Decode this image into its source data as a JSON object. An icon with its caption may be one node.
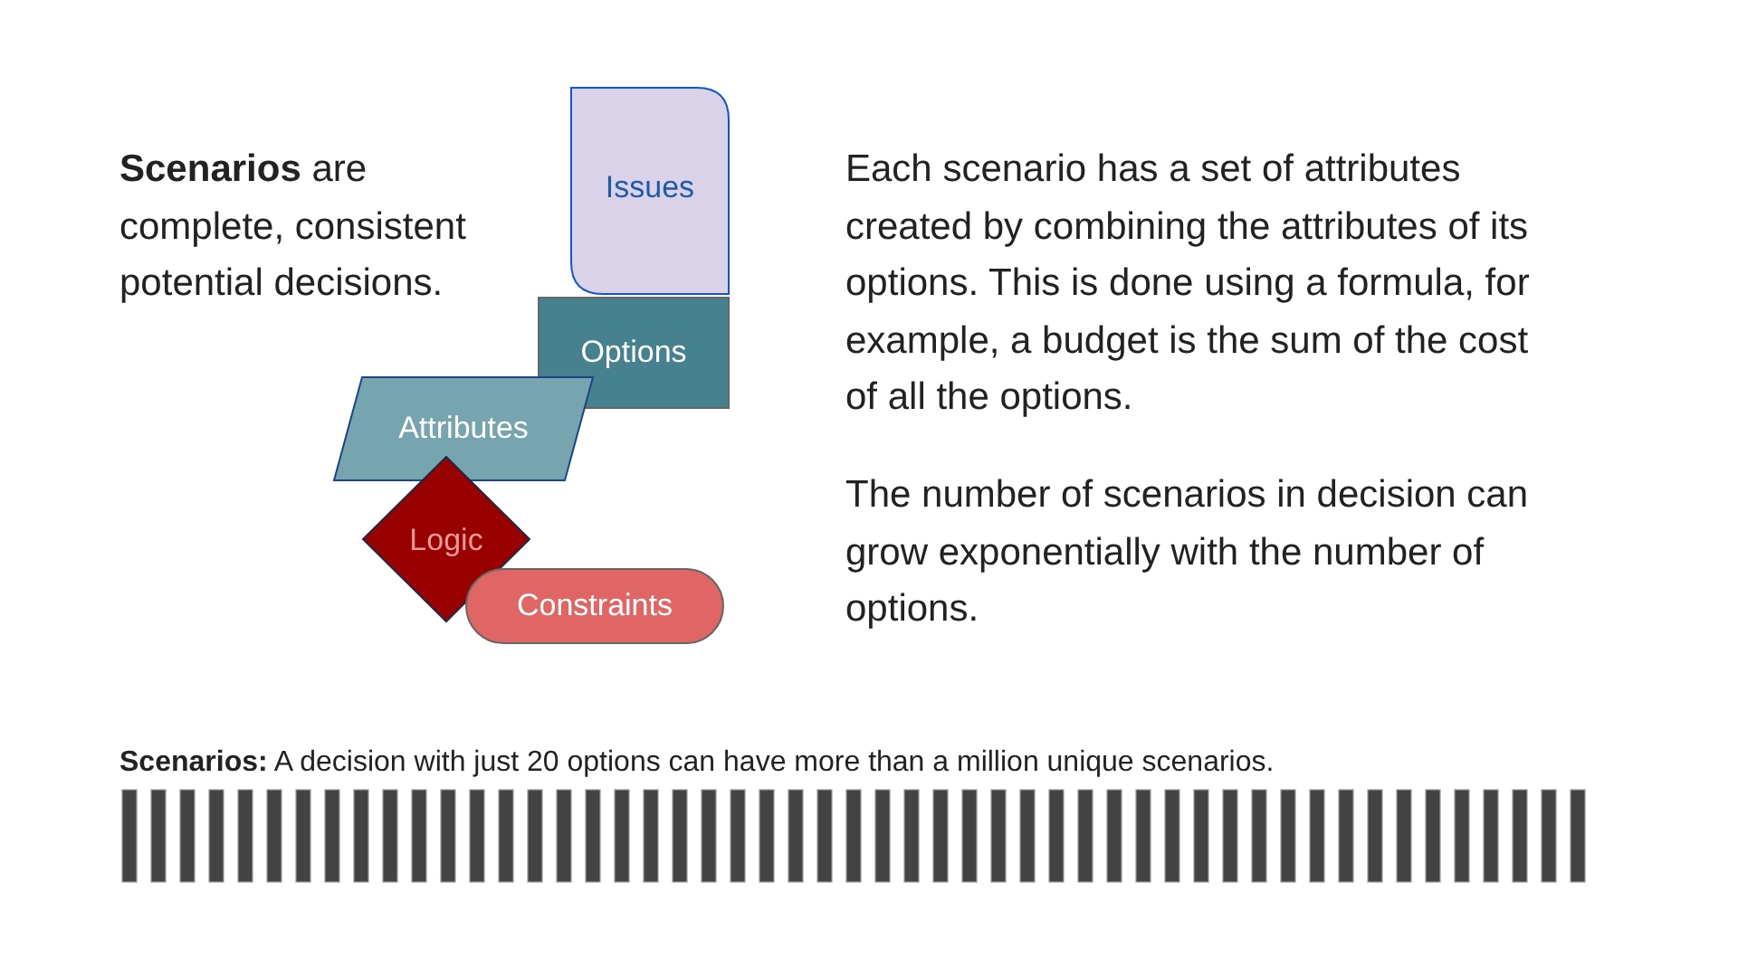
{
  "diagram": {
    "nodes": [
      {
        "text": [
          "Issues"
        ]
      },
      {
        "text": [
          "Options"
        ]
      },
      {
        "text": [
          "Attributes"
        ]
      },
      {
        "text": [
          "Logic"
        ]
      },
      {
        "text": [
          "Constraints"
        ]
      }
    ],
    "edges": [],
    "labels": [
      "**Scenarios** are complete, consistent potential decisions.",
      "Each scenario has a set of attributes created by combining the attributes of its options. This is done using a formula, for example, a budget is the sum of the cost of all the options.",
      "The number of scenarios in decision can grow exponentially with the number of options.",
      "**Scenarios:** A decision with just 20 options can have more than a million unique scenarios."
    ]
  }
}
